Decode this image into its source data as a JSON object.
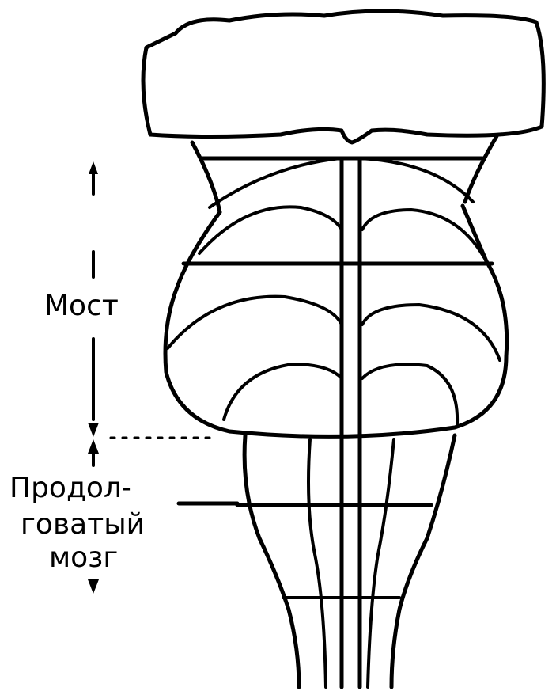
{
  "labels": {
    "pons": "Мост",
    "medulla_line1": "Продол-",
    "medulla_line2": "говатый",
    "medulla_line3": "мозг"
  },
  "colors": {
    "ink": "#000000",
    "background": "#ffffff"
  }
}
